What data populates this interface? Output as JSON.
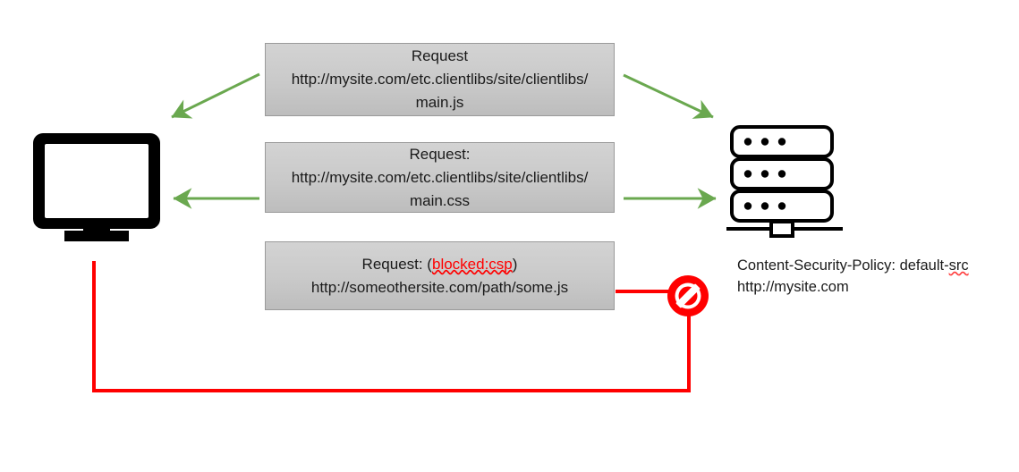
{
  "diagram": {
    "title": "Content Security Policy request flow",
    "colors": {
      "arrow_green": "#6aa84f",
      "blocked_red": "#ff0000",
      "box_fill": "#c9c9c9",
      "box_border": "#9a9a9a",
      "icon_black": "#000000"
    },
    "client": {
      "icon": "monitor-icon",
      "label": ""
    },
    "server": {
      "icon": "server-icon",
      "label": ""
    },
    "blocked_marker": {
      "icon": "prohibition-icon",
      "label": ""
    },
    "boxes": [
      {
        "id": "request-main-js",
        "line1": "Request",
        "line2": "http://mysite.com/etc.clientlibs/site/clientlibs/",
        "line3": "main.js"
      },
      {
        "id": "request-main-css",
        "line1": "Request:",
        "line2": "http://mysite.com/etc.clientlibs/site/clientlibs/",
        "line3": "main.css"
      },
      {
        "id": "request-blocked",
        "line1_prefix": "Request: (",
        "line1_blocked": "blocked:csp",
        "line1_suffix": ")",
        "line2": "http://someothersite.com/path/some.js",
        "line3": ""
      }
    ],
    "server_note": {
      "line1_prefix": "Content-Security-Policy: default-",
      "line1_wavy": "src",
      "line2": "http://mysite.com"
    }
  }
}
